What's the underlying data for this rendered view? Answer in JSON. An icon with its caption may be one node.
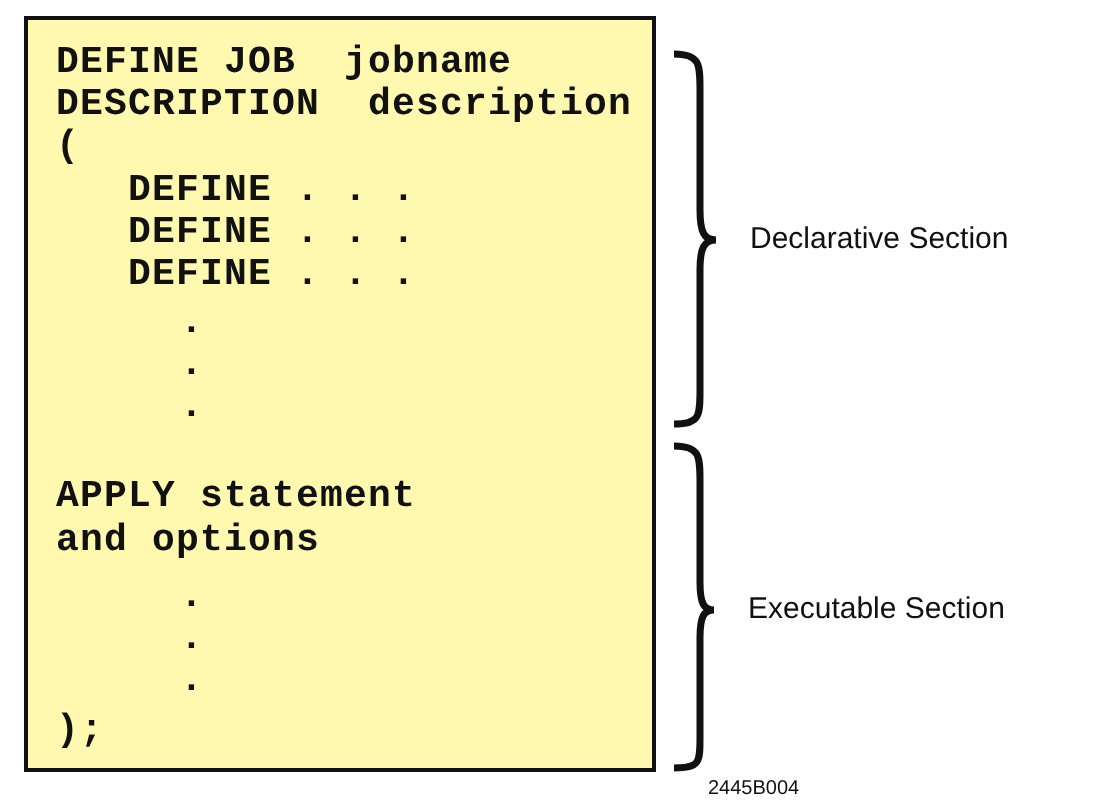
{
  "diagram": {
    "nodes": [
      {
        "text": [
          "DEFINE JOB  jobname",
          "DESCRIPTION  description",
          "(",
          "DEFINE . . .",
          "DEFINE . . .",
          "DEFINE . . .",
          ".",
          ".",
          ".",
          "APPLY statement",
          "and options",
          ".",
          ".",
          ".",
          ");"
        ]
      }
    ],
    "labels": [
      "Declarative Section",
      "Executable Section",
      "2445B004"
    ]
  }
}
